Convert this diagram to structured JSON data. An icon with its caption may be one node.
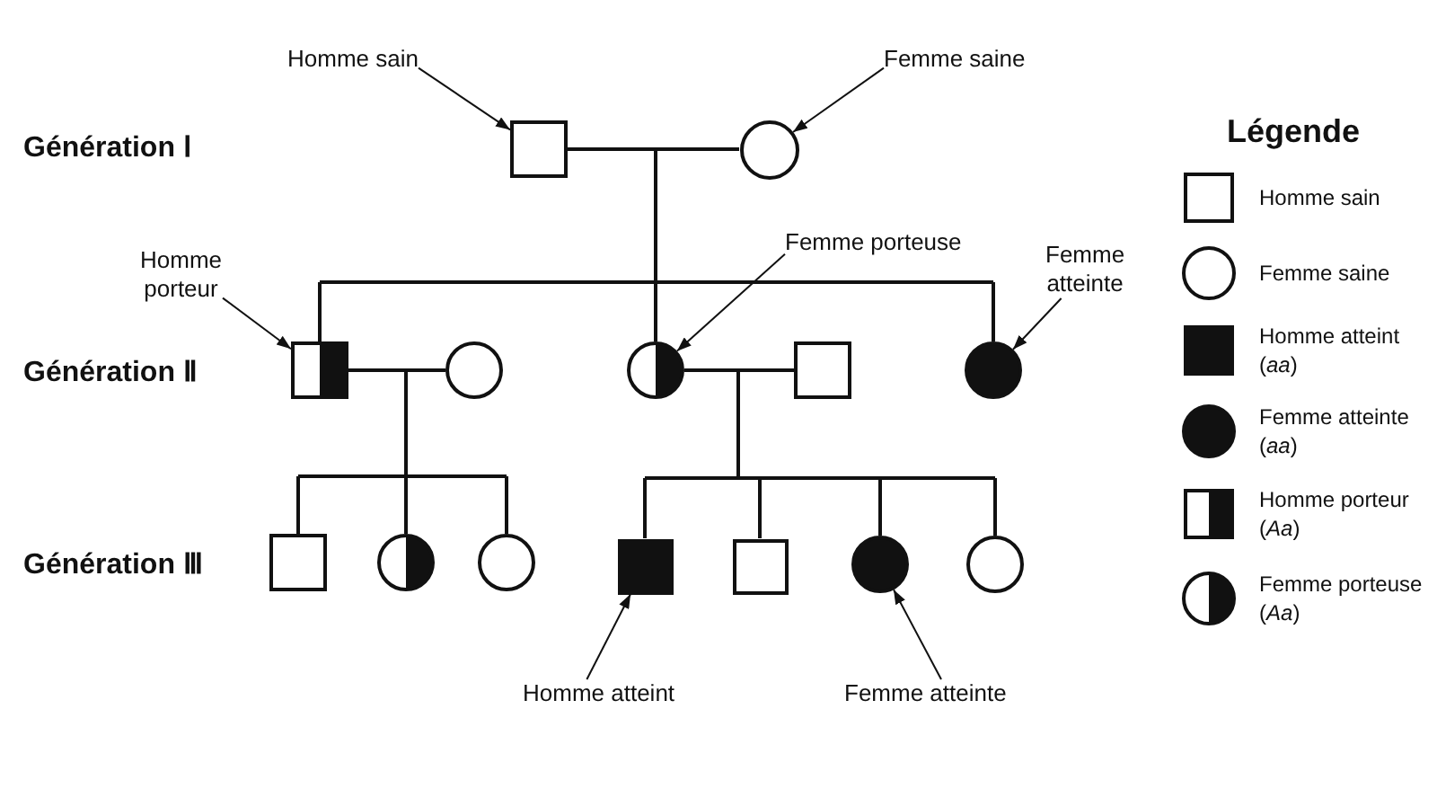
{
  "diagram": {
    "nodes": [
      {
        "text": [
          "Homme sain"
        ]
      },
      {
        "text": [
          "Femme saine"
        ]
      },
      {
        "text": [],
        "shape": "square"
      },
      {
        "text": [],
        "shape": "circle"
      },
      {
        "text": [
          "Homme porteur"
        ]
      },
      {
        "text": [
          "Femme porteuse"
        ]
      },
      {
        "text": [
          "Femme atteinte"
        ]
      },
      {
        "text": [],
        "shape": "square"
      },
      {
        "text": [],
        "shape": "circle"
      },
      {
        "text": [],
        "shape": "circle"
      },
      {
        "text": [],
        "shape": "square"
      },
      {
        "text": [],
        "shape": "circle"
      },
      {
        "text": [],
        "shape": "square"
      },
      {
        "text": [],
        "shape": "circle"
      },
      {
        "text": [],
        "shape": "circle"
      },
      {
        "text": [],
        "shape": "square"
      },
      {
        "text": [],
        "shape": "square"
      },
      {
        "text": [],
        "shape": "circle"
      },
      {
        "text": [],
        "shape": "circle"
      },
      {
        "text": [
          "Homme atteint"
        ]
      },
      {
        "text": [
          "Femme atteinte"
        ]
      }
    ],
    "edges": [
      {
        "from": 0,
        "to": 2,
        "arrow": "to"
      },
      {
        "from": 1,
        "to": 3,
        "arrow": "to"
      },
      {
        "from": 2,
        "to": 3,
        "arrow": "none"
      },
      {
        "from": 2,
        "to": 7,
        "arrow": "none"
      },
      {
        "from": 2,
        "to": 9,
        "arrow": "none"
      },
      {
        "from": 2,
        "to": 11,
        "arrow": "none"
      },
      {
        "from": 3,
        "to": 7,
        "arrow": "none"
      },
      {
        "from": 3,
        "to": 9,
        "arrow": "none"
      },
      {
        "from": 3,
        "to": 11,
        "arrow": "none"
      },
      {
        "from": 4,
        "to": 7,
        "arrow": "to"
      },
      {
        "from": 5,
        "to": 9,
        "arrow": "to"
      },
      {
        "from": 6,
        "to": 11,
        "arrow": "to"
      },
      {
        "from": 7,
        "to": 8,
        "arrow": "none"
      },
      {
        "from": 7,
        "to": 12,
        "arrow": "none"
      },
      {
        "from": 7,
        "to": 13,
        "arrow": "none"
      },
      {
        "from": 7,
        "to": 14,
        "arrow": "none"
      },
      {
        "from": 8,
        "to": 12,
        "arrow": "none"
      },
      {
        "from": 8,
        "to": 13,
        "arrow": "none"
      },
      {
        "from": 8,
        "to": 14,
        "arrow": "none"
      },
      {
        "from": 9,
        "to": 10,
        "arrow": "none"
      },
      {
        "from": 9,
        "to": 15,
        "arrow": "none"
      },
      {
        "from": 9,
        "to": 16,
        "arrow": "none"
      },
      {
        "from": 9,
        "to": 17,
        "arrow": "none"
      },
      {
        "from": 9,
        "to": 18,
        "arrow": "none"
      },
      {
        "from": 10,
        "to": 15,
        "arrow": "none"
      },
      {
        "from": 10,
        "to": 16,
        "arrow": "none"
      },
      {
        "from": 10,
        "to": 17,
        "arrow": "none"
      },
      {
        "from": 10,
        "to": 18,
        "arrow": "none"
      },
      {
        "from": 19,
        "to": 15,
        "arrow": "to"
      },
      {
        "from": 20,
        "to": 17,
        "arrow": "to"
      }
    ],
    "labels": [
      "Génération Ⅰ",
      "Légende",
      "Génération Ⅱ",
      "Génération Ⅲ"
    ],
    "legend": [
      {
        "text": "Homme sain"
      },
      {
        "text": "Femme saine"
      },
      {
        "text": "Homme atteint (*aa*)"
      },
      {
        "text": "Femme atteinte (*aa*)"
      },
      {
        "text": "Homme porteur (*Aa*)"
      },
      {
        "text": "Femme porteuse (*Aa*)"
      }
    ]
  }
}
